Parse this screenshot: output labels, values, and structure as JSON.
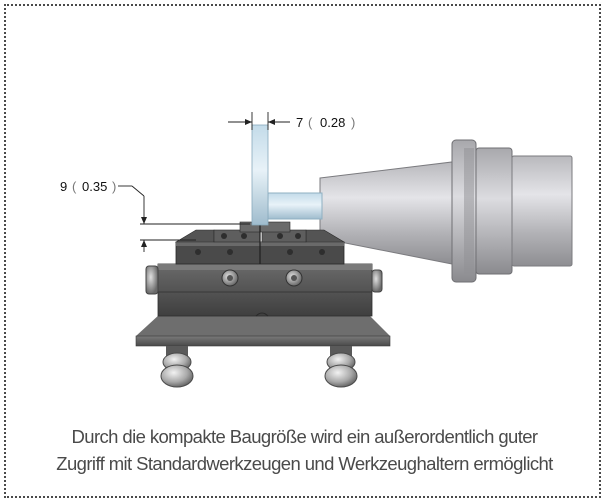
{
  "figure": {
    "dim_width": {
      "value": "7",
      "paren_open": "(",
      "converted": "0.28",
      "paren_close": ")"
    },
    "dim_height": {
      "value": "9",
      "paren_open": "(",
      "converted": "0.35",
      "paren_close": ")"
    }
  },
  "caption": {
    "line1": "Durch die kompakte Baugröße wird ein außerordentlich guter",
    "line2": "Zugriff mit Standardwerkzeugen und Werkzeughaltern ermöglicht"
  },
  "colors": {
    "border": "#4a4a4a",
    "vise_body": "#5a5a5a",
    "jaw": "#3e3e3e",
    "workpiece": "#b9d6ea",
    "tool_holder": "#c8c8cc",
    "caption_text": "#4a4a4a"
  }
}
